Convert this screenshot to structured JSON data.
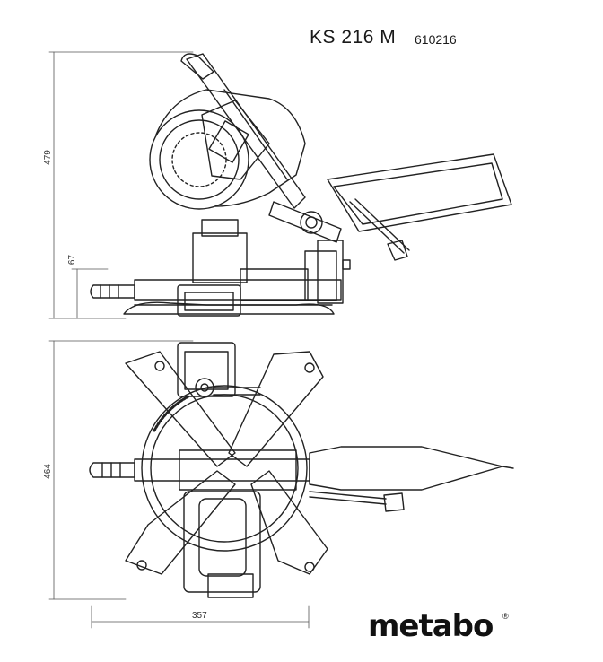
{
  "header": {
    "model": "KS 216 M",
    "code": "610216"
  },
  "dimensions": {
    "side_height": "479",
    "side_base": "67",
    "top_depth": "464",
    "top_width": "357"
  },
  "brand": {
    "name": "metabo",
    "mark": "®"
  },
  "colors": {
    "line": "#222222",
    "dim_line": "#555555",
    "background": "#ffffff"
  }
}
